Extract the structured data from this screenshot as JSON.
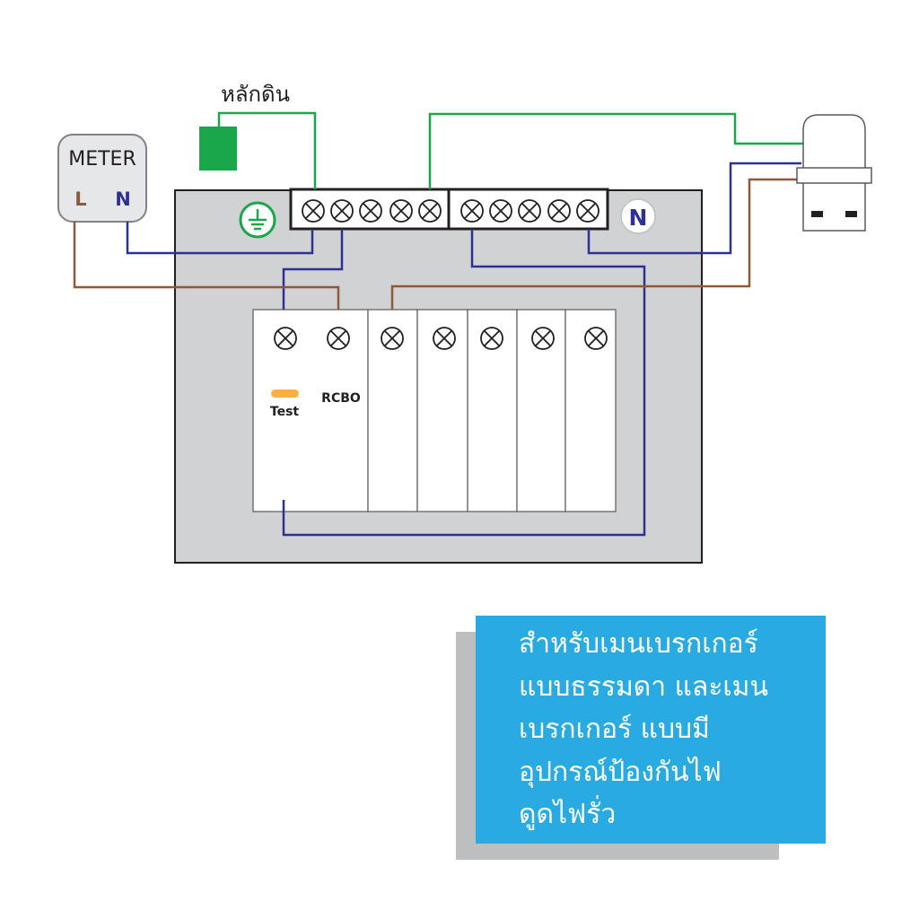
{
  "labels": {
    "ground_rod": "หลักดิน",
    "meter_title": "METER",
    "meter_live": "L",
    "meter_neutral": "N",
    "neutral_badge": "N",
    "test_button": "Test",
    "rcbo": "RCBO"
  },
  "caption": {
    "text": "สำหรับเมนเบรกเกอร์\nแบบธรรมดา และเมน\nเบรกเกอร์ แบบมี\nอุปกรณ์ป้องกันไฟ\nดูดไฟรั่ว"
  },
  "components": {
    "ground_bar_terminals": 5,
    "neutral_bar_terminals": 5,
    "breaker_modules": 6,
    "rcbo_terminals": 2
  },
  "icons": {
    "ground": "earth-ground-symbol",
    "terminal": "terminal-screw-x",
    "appliance": "water-heater-device"
  },
  "colors": {
    "live_wire": "#8b5a3c",
    "neutral_wire": "#2e3192",
    "ground_wire": "#1aa64a",
    "ground_rod": "#1aa64a",
    "panel_bg": "#d1d2d4",
    "caption_bg": "#29abe2",
    "caption_shadow": "#bcbec0",
    "test_button": "#fbb040"
  }
}
